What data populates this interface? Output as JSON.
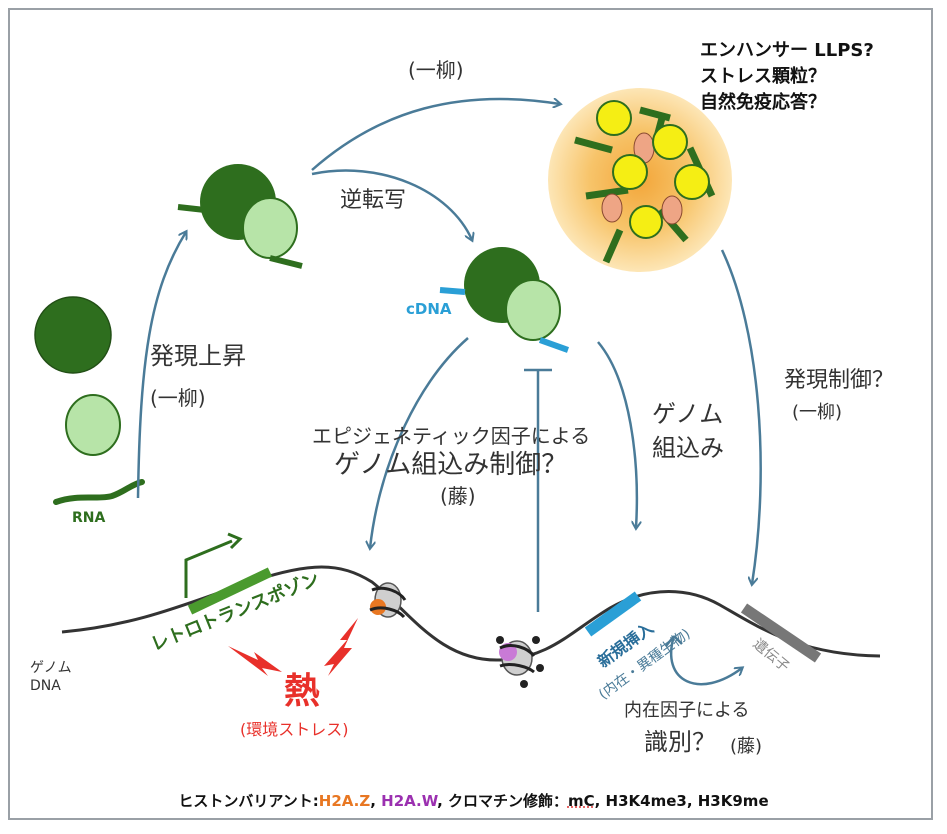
{
  "labels": {
    "ichiyanagi_top": "(一柳)",
    "enhancer_llps": "エンハンサー LLPS?",
    "stress_granule": "ストレス顆粒？",
    "innate_immunity": "自然免疫応答？",
    "reverse_transcription": "逆転写",
    "cdna": "cDNA",
    "expression_up": "発現上昇",
    "ichiyanagi_left": "(一柳)",
    "expression_control": "発現制御？",
    "ichiyanagi_right": "(一柳)",
    "genome_integration_1": "ゲノム",
    "genome_integration_2": "組込み",
    "epigenetic_line1": "エピジェネティック因子による",
    "epigenetic_line2": "ゲノム組込み制御？",
    "fuji_mid": "(藤)",
    "rna": "RNA",
    "retrotransposon": "レトロトランスポゾン",
    "genome_dna_1": "ゲノム",
    "genome_dna_2": "DNA",
    "heat": "熱",
    "env_stress": "(環境ストレス)",
    "new_insertion": "新規挿入",
    "insertion_origin": "(内在・異種生物)",
    "gene": "遺伝子",
    "recognition_by": "内在因子による",
    "recognition": "識別？",
    "fuji_bottom": "(藤)"
  },
  "footer": {
    "prefix": "ヒストンバリアント:",
    "h2az": "H2A.Z",
    "sep1": ", ",
    "h2aw": "H2A.W",
    "middle": ", クロマチン修飾：",
    "mc": "mC",
    "suffix": ", H3K4me3, H3K9me"
  },
  "colors": {
    "dark_green": "#2e6e1e",
    "light_green": "#b7e4a8",
    "arrow_blue": "#4a7b98",
    "cdna_blue": "#2a9fd6",
    "heat_red": "#e8302a",
    "granule_glow": "#f7c46a",
    "granule_yellow": "#f5ee14",
    "granule_pink": "#eea585",
    "gene_gray": "#777777",
    "dna_line": "#333333"
  },
  "icons": [
    "nucleosome-icon",
    "lightning-icon",
    "start-arrow-icon"
  ]
}
